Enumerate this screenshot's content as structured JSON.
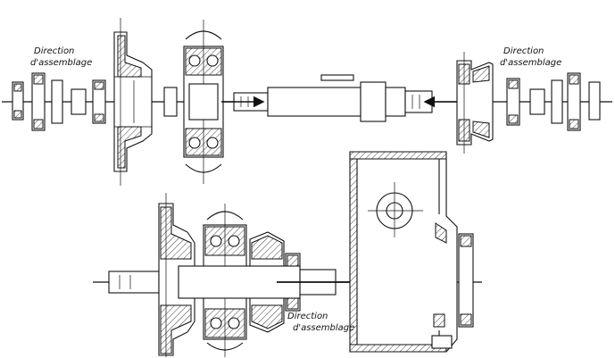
{
  "labels": {
    "top_left_line1": "Direction",
    "top_left_line2": "d'assemblage",
    "top_right_line1": "Direction",
    "top_right_line2": "d'assemblage",
    "bottom_line1": "Direction",
    "bottom_line2": "d'assemblage"
  }
}
